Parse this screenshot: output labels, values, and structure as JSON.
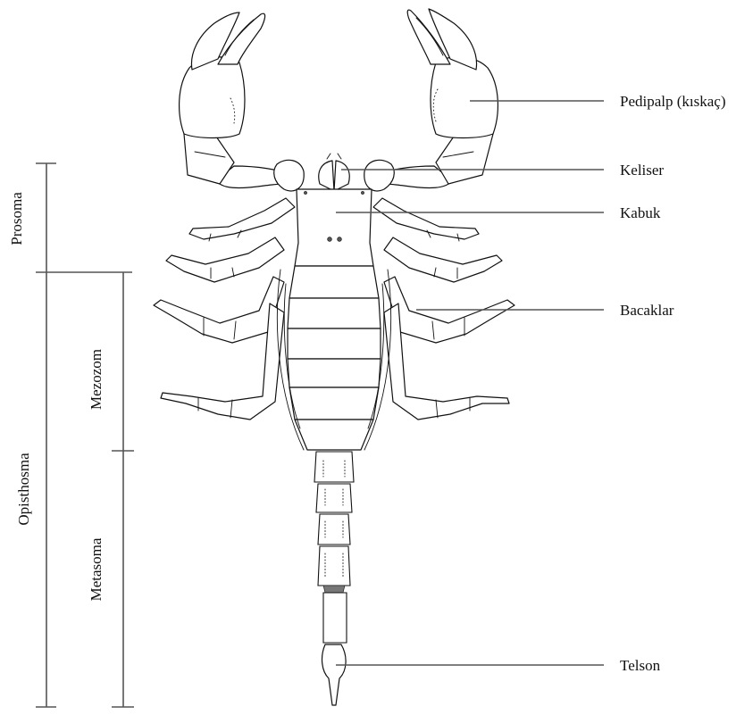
{
  "labels": {
    "pedipalp": "Pedipalp (kıskaç)",
    "keliser": "Keliser",
    "kabuk": "Kabuk",
    "bacaklar": "Bacaklar",
    "telson": "Telson"
  },
  "regions": {
    "prosoma": "Prosoma",
    "opisthosma": "Opisthosma",
    "mezozom": "Mezozom",
    "metasoma": "Metasoma"
  },
  "colors": {
    "line": "#555555",
    "ink": "#111111",
    "background": "#ffffff"
  }
}
